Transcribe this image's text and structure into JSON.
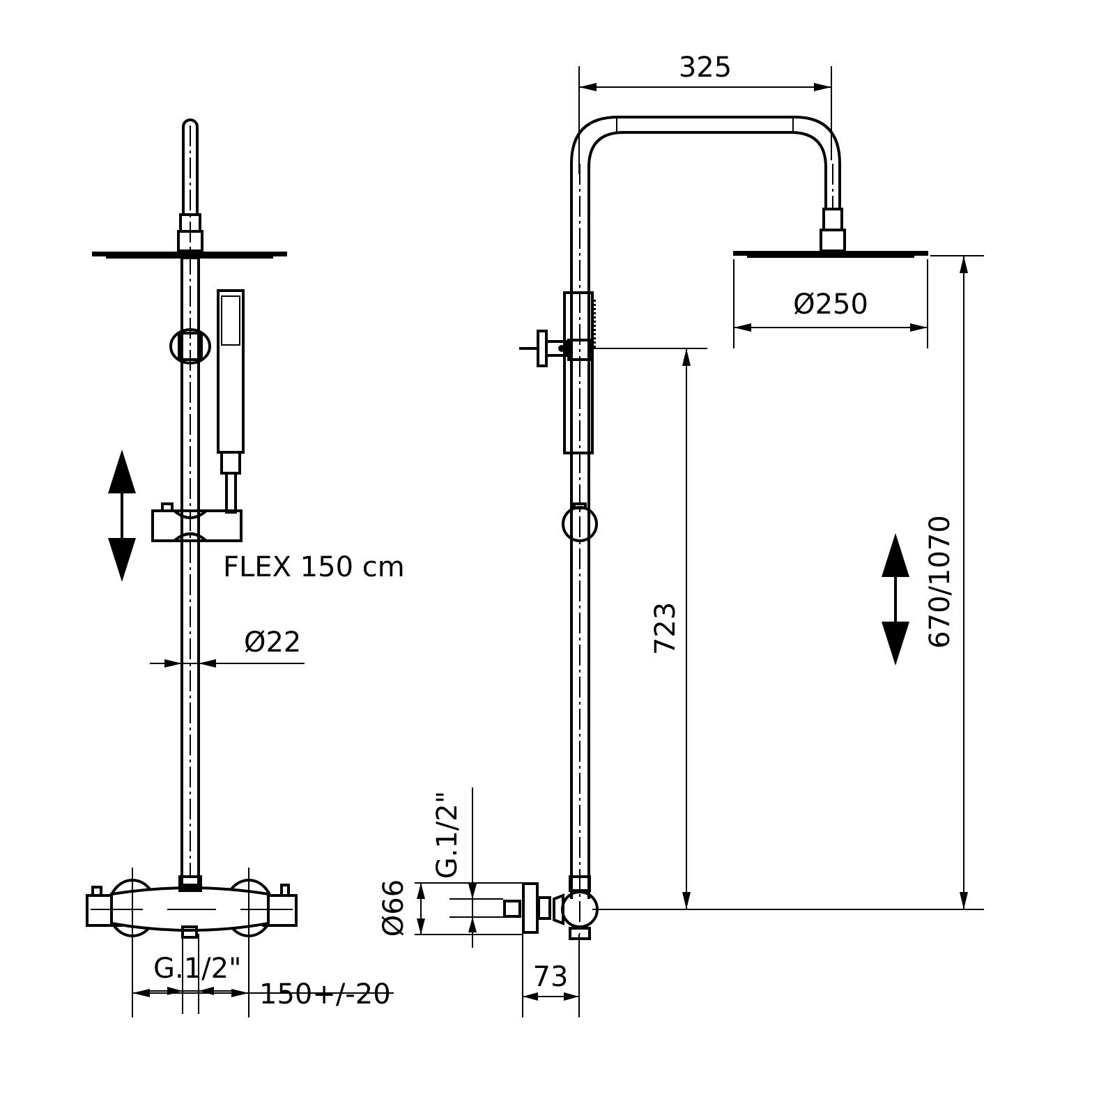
{
  "left_view": {
    "flex_label": "FLEX 150 cm",
    "rod_diameter": "Ø22",
    "inlet_thread": "G.1/2\"",
    "inlet_spacing": "150+/-20"
  },
  "right_view": {
    "arm_projection": "325",
    "head_diameter": "Ø250",
    "height_to_holder": "723",
    "height_range": "670/1070",
    "body_diameter": "Ø66",
    "outlet_thread": "G.1/2\"",
    "wall_offset": "73"
  }
}
